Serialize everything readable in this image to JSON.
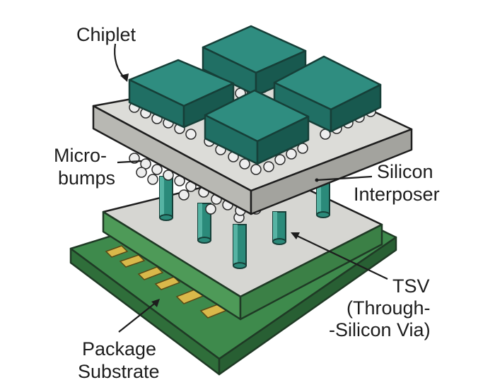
{
  "labels": {
    "chiplet": "Chiplet",
    "microbumps_line1": "Micro-",
    "microbumps_line2": "bumps",
    "interposer_line1": "Silicon",
    "interposer_line2": "Interposer",
    "tsv_line1": "TSV",
    "tsv_line2": "(Through-",
    "tsv_line3": "-Silicon Via)",
    "substrate_line1": "Package",
    "substrate_line2": "Substrate"
  },
  "colors": {
    "chiplet_top": "#2f8d80",
    "chiplet_side": "#206f64",
    "interposer_top": "#dcdcd8",
    "interposer_side": "#b8b8b3",
    "tsv": "#2b8a7a",
    "substrate": "#3e8a4c",
    "pad": "#d9b84a",
    "bump": "#eeeeee"
  }
}
